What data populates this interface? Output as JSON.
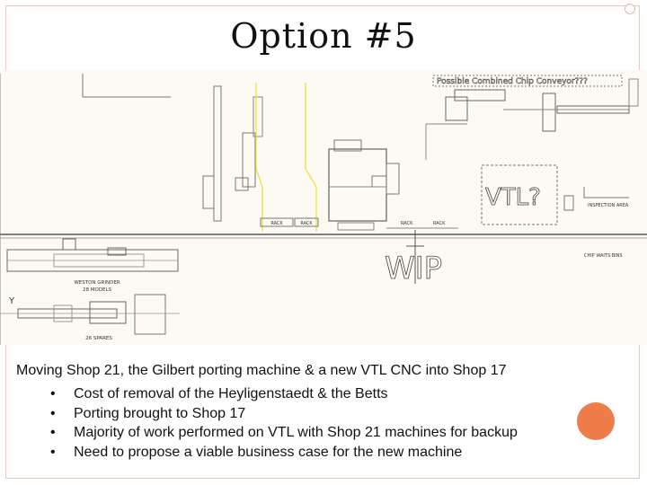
{
  "slide": {
    "title": "Option #5",
    "caption": "Moving Shop 21, the Gilbert porting machine & a new VTL CNC into Shop 17",
    "bullets": [
      {
        "marker": "•",
        "text": "Cost of removal of the Heyligenstaedt & the Betts"
      },
      {
        "marker": "•",
        "text": "Porting brought to Shop 17"
      },
      {
        "marker": "•",
        "text": "Majority of work performed on VTL with Shop 21 machines for backup"
      },
      {
        "marker": "•",
        "text": "Need to propose a viable business case for the new machine"
      }
    ]
  },
  "floorplan": {
    "conveyor_label": "Possible Combined Chip Conveyor???",
    "vtl_label": "VTL?",
    "wip_label": "WIP",
    "y_label": "Y",
    "rack_left": "RACK",
    "rack_right": "RACK",
    "inspection_label": "INSPECTION AREA",
    "chip_bin_label": "CHIP WAITS BINS",
    "grinder_label": "WESTON GRINDER",
    "grinder_sub": "28 MODELS",
    "lathe_sub": "26 SPARES",
    "bench_left": "RACK",
    "bench_right": "RACK"
  },
  "colors": {
    "accent": "#ef7d4a",
    "frame": "#e8c9b8",
    "plan_background": "#fcfaf2",
    "highlight_line": "#f0e040"
  }
}
